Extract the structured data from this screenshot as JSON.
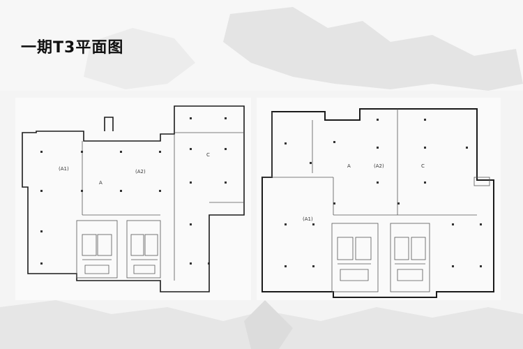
{
  "page": {
    "title": "一期T3平面图"
  },
  "plans": {
    "left": {
      "labels": {
        "a1_tag": "(A1)",
        "a2_tag": "(A2)",
        "a": "A",
        "c": "C"
      }
    },
    "right": {
      "labels": {
        "a": "A",
        "a2_tag": "(A2)",
        "c": "C",
        "a1_tag": "(A1)"
      }
    }
  },
  "colors": {
    "wall": "#1a1a1a",
    "inner_line": "#555555",
    "panel_bg": "#fafafa",
    "backdrop": "#e9e9e9"
  }
}
